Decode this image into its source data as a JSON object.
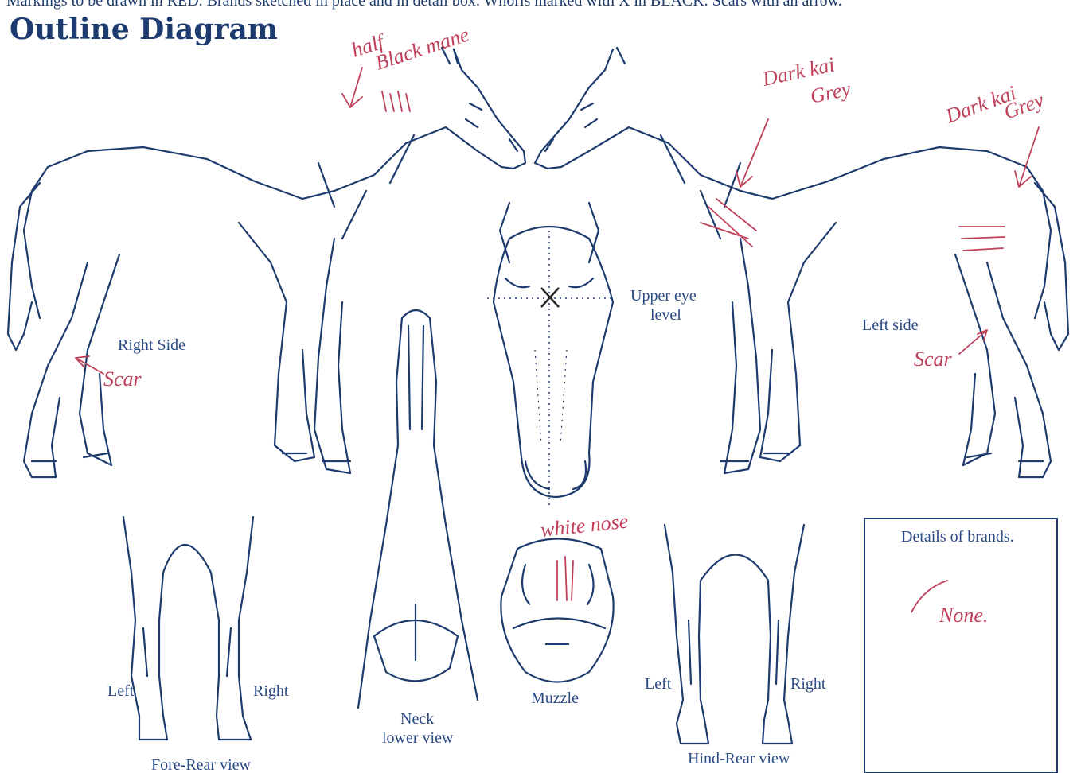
{
  "header": {
    "instruction": "Markings to be drawn in RED. Brands sketched in place and in detail box. Whorls marked with X in BLACK. Scars with an arrow.",
    "title": "Outline Diagram"
  },
  "labels": {
    "right_side": "Right Side",
    "left_side": "Left side",
    "upper_eye": "Upper eye",
    "upper_eye_level": "level",
    "neck": "Neck",
    "neck_lower_view": "lower view",
    "muzzle": "Muzzle",
    "fore_left": "Left",
    "fore_right": "Right",
    "fore_rear_view": "Fore-Rear view",
    "hind_left": "Left",
    "hind_right": "Right",
    "hind_rear_view": "Hind-Rear view",
    "brands_box_title": "Details of brands."
  },
  "handwritten": {
    "half_black_mane_1": "half",
    "half_black_mane_2": "Black mane",
    "dark_grey_1_line1": "Dark kai",
    "dark_grey_1_line2": "Grey",
    "dark_grey_2_line1": "Dark kai",
    "dark_grey_2_line2": "Grey",
    "scar_right": "Scar",
    "scar_left": "Scar",
    "white_nose": "white nose",
    "brands_none": "None."
  },
  "colors": {
    "outline": "#1d3b6e",
    "label": "#2a4a84",
    "markings": "#c0405a",
    "whorl": "#222222"
  }
}
